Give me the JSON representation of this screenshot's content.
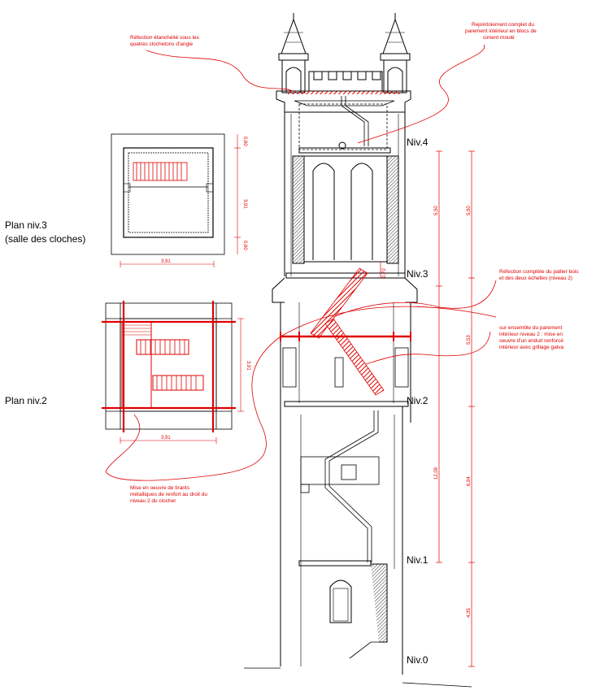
{
  "levels": {
    "niv4": "Niv.4",
    "niv3": "Niv.3",
    "niv2": "Niv.2",
    "niv1": "Niv.1",
    "niv0": "Niv.0"
  },
  "plans": {
    "plan3_line1": "Plan niv.3",
    "plan3_line2": "(salle des cloches)",
    "plan2": "Plan niv.2"
  },
  "annotations": {
    "a1_l1": "Réfection étanchéité sous les",
    "a1_l2": "quatres clochetons d'angle",
    "a2_l1": "Rejointoiement complet du",
    "a2_l2": "parement intérieur en blocs de",
    "a2_l3": "ciment moulé",
    "a3_l1": "Réfection complète du pallier bois",
    "a3_l2": "et des deux échelles (niveau 2)",
    "a4_l1": "sur ensemble du parement",
    "a4_l2": "intérieur niveau 2 : mise en",
    "a4_l3": "oeuvre d'un enduit renforcé",
    "a4_l4": "intérieur avec grillage galva",
    "a5_l1": "Mise en oeuvre de tirants",
    "a5_l2": "métalliques de renfort au droit du",
    "a5_l3": "niveau 2 du clocher"
  },
  "dimensions": {
    "plan3_w": "3,91",
    "plan3_h": "3,91",
    "plan3_top": "0,60",
    "plan3_bot": "0,60",
    "plan2_w": "3,91",
    "plan2_h": "3,91",
    "c1_a": "5,50",
    "c1_b": "0,70",
    "c1_c": "12,09",
    "c2_a": "5,50",
    "c2_b": "5,53",
    "c2_c": "6,94",
    "c2_d": "4,35"
  },
  "colors": {
    "ink": "#000000",
    "annotation": "#e00000"
  }
}
